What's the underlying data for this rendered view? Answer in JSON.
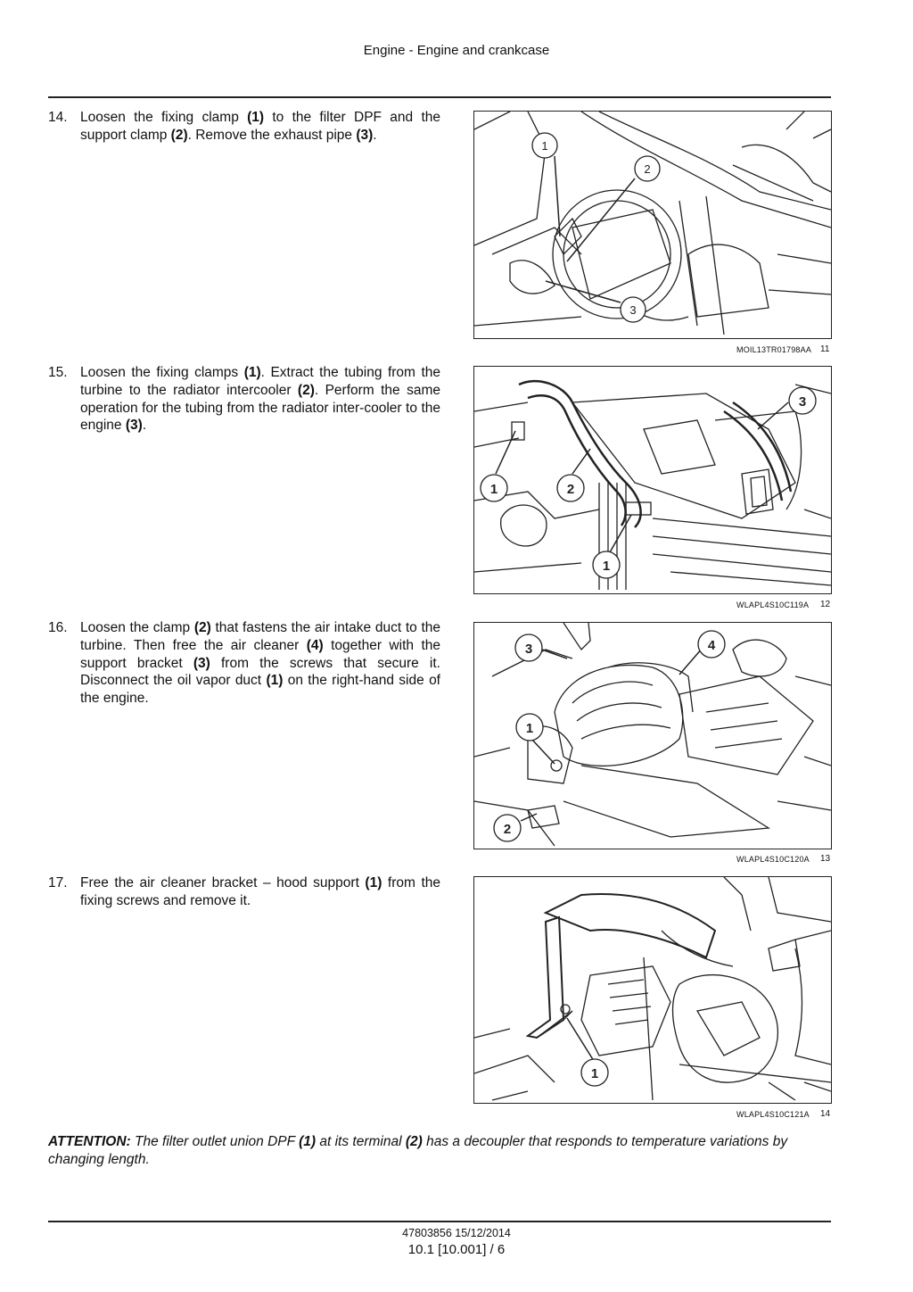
{
  "header": {
    "title": "Engine - Engine and crankcase"
  },
  "steps": [
    {
      "num": "14.",
      "segments": [
        {
          "t": "Loosen the fixing clamp "
        },
        {
          "t": "(1)",
          "b": true
        },
        {
          "t": " to the filter DPF and the support clamp "
        },
        {
          "t": "(2)",
          "b": true
        },
        {
          "t": ". Remove the exhaust pipe "
        },
        {
          "t": "(3)",
          "b": true
        },
        {
          "t": "."
        }
      ]
    },
    {
      "num": "15.",
      "segments": [
        {
          "t": "Loosen the fixing clamps "
        },
        {
          "t": "(1)",
          "b": true
        },
        {
          "t": ". Extract the tubing from the turbine to the radiator intercooler "
        },
        {
          "t": "(2)",
          "b": true
        },
        {
          "t": ". Perform the same operation for the tubing from the radiator inter-cooler to the engine "
        },
        {
          "t": "(3)",
          "b": true
        },
        {
          "t": "."
        }
      ]
    },
    {
      "num": "16.",
      "segments": [
        {
          "t": "Loosen the clamp "
        },
        {
          "t": "(2)",
          "b": true
        },
        {
          "t": " that fastens the air intake duct to the turbine. Then free the air cleaner "
        },
        {
          "t": "(4)",
          "b": true
        },
        {
          "t": " together with the support bracket "
        },
        {
          "t": "(3)",
          "b": true
        },
        {
          "t": " from the screws that secure it. Disconnect the oil vapor duct "
        },
        {
          "t": "(1)",
          "b": true
        },
        {
          "t": " on the right-hand side of the engine."
        }
      ]
    },
    {
      "num": "17.",
      "segments": [
        {
          "t": "Free the air cleaner bracket – hood support "
        },
        {
          "t": "(1)",
          "b": true
        },
        {
          "t": " from the fixing screws and remove it."
        }
      ]
    }
  ],
  "figures": [
    {
      "caption": "MOIL13TR01798AA",
      "number": "11",
      "callouts": [
        "1",
        "2",
        "3"
      ]
    },
    {
      "caption": "WLAPL4S10C119A",
      "number": "12",
      "callouts": [
        "1",
        "2",
        "1",
        "3"
      ]
    },
    {
      "caption": "WLAPL4S10C120A",
      "number": "13",
      "callouts": [
        "3",
        "4",
        "1",
        "2"
      ]
    },
    {
      "caption": "WLAPL4S10C121A",
      "number": "14",
      "callouts": [
        "1"
      ]
    }
  ],
  "attention": {
    "label": "ATTENTION:",
    "segments": [
      {
        "t": " The filter outlet union DPF "
      },
      {
        "t": "(1)",
        "b": true
      },
      {
        "t": " at its terminal "
      },
      {
        "t": "(2)",
        "b": true
      },
      {
        "t": " has a decoupler that responds to temperature variations by changing length."
      }
    ]
  },
  "footer": {
    "doc": "47803856 15/12/2014",
    "page": "10.1 [10.001] / 6"
  }
}
